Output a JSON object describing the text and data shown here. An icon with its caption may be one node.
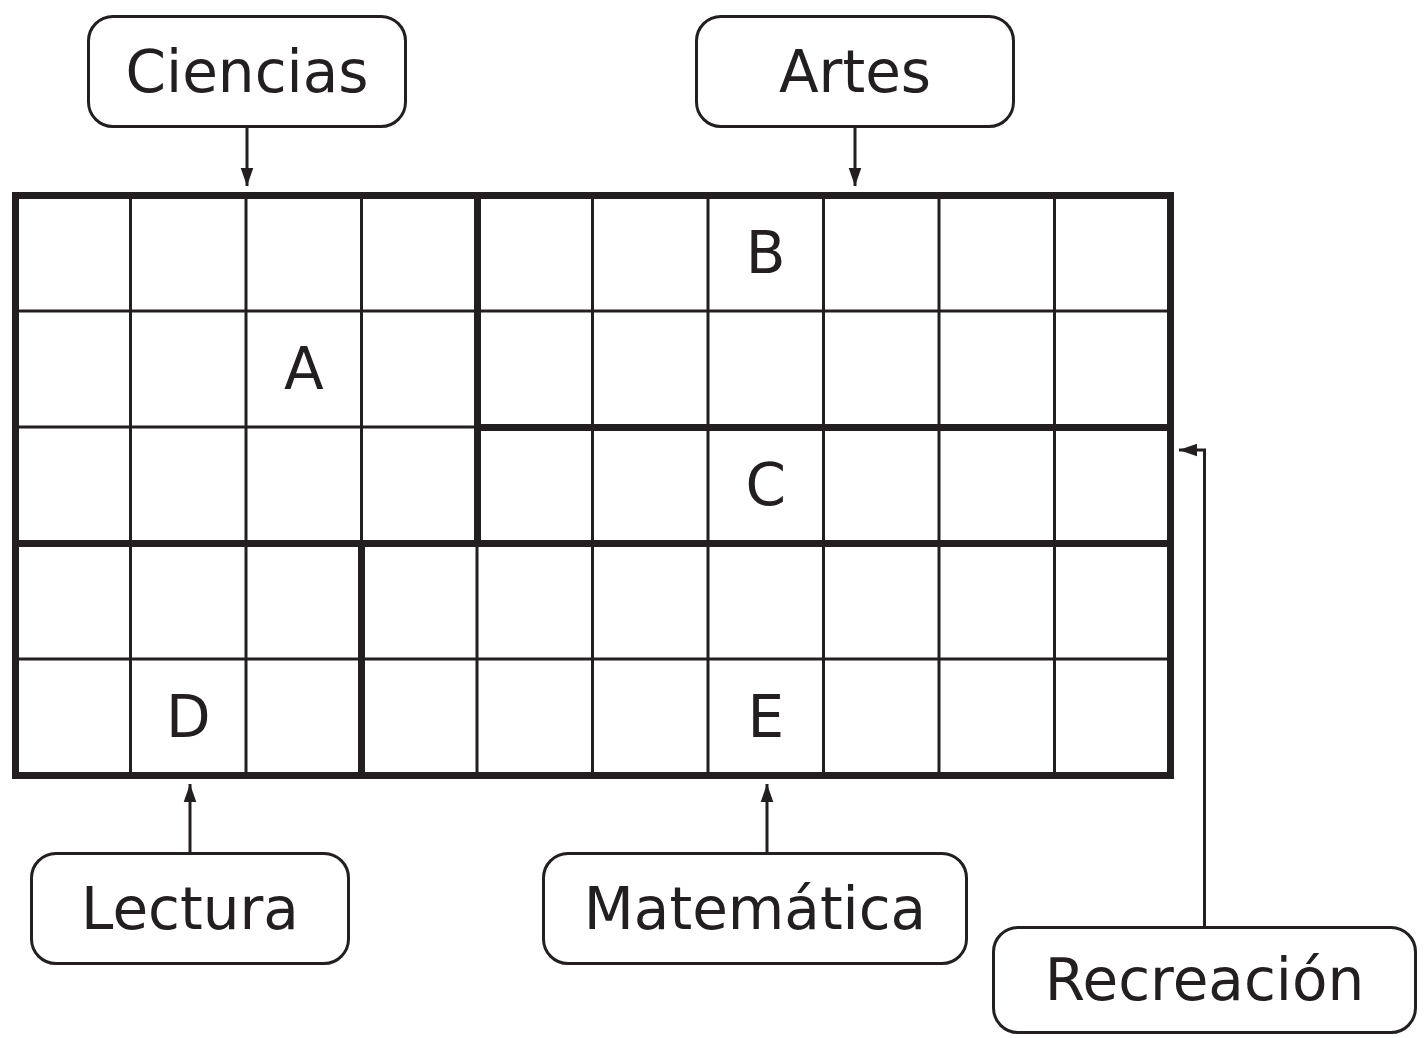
{
  "diagram": {
    "nodes": [
      {
        "text": [
          "Ciencias"
        ]
      },
      {
        "text": [
          "Artes"
        ]
      },
      {
        "text": [
          "A"
        ]
      },
      {
        "text": [
          "B"
        ]
      },
      {
        "text": [
          "C"
        ]
      },
      {
        "text": [
          "D"
        ]
      },
      {
        "text": [
          "E"
        ]
      },
      {
        "text": [
          "Lectura"
        ]
      },
      {
        "text": [
          "Matemática"
        ]
      },
      {
        "text": [
          "Recreación"
        ]
      }
    ],
    "edges": [
      {
        "from": 0,
        "to": 2,
        "arrow": "to"
      },
      {
        "from": 1,
        "to": 3,
        "arrow": "to"
      },
      {
        "from": 7,
        "to": 5,
        "arrow": "to"
      },
      {
        "from": 8,
        "to": 6,
        "arrow": "to"
      },
      {
        "from": 9,
        "to": 4,
        "arrow": "to"
      }
    ]
  }
}
